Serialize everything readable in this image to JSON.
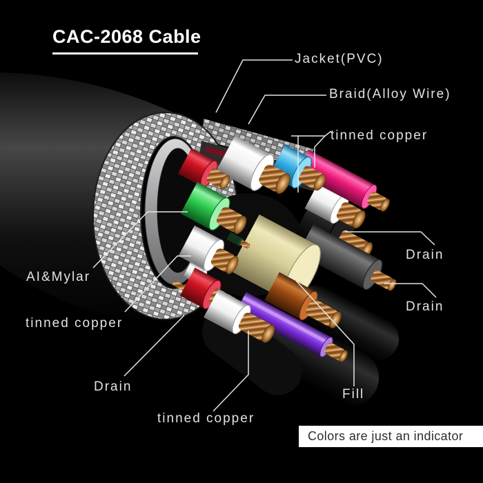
{
  "title": "CAC-2068 Cable",
  "labels": {
    "jacket": "Jacket(PVC)",
    "braid": "Braid(Alloy Wire)",
    "tinned_copper_top": "tinned copper",
    "drain_right_upper": "Drain",
    "drain_right_lower": "Drain",
    "al_mylar": "AI&Mylar",
    "tinned_copper_left": "tinned copper",
    "drain_left": "Drain",
    "tinned_copper_bottom": "tinned copper",
    "fill": "Fill"
  },
  "note": "Colors are just an indicator",
  "colors": {
    "background": "#000000",
    "label_text": "#e2e2e2",
    "leader_line": "#e6e6e6",
    "note_background": "#ffffff",
    "note_text": "#2e2e2e",
    "wire_red": "#cf1420",
    "wire_green": "#2ecc4e",
    "wire_blue": "#35aee4",
    "wire_pink": "#ea1878",
    "wire_purple": "#7d2ee0",
    "wire_brown": "#96480f",
    "wire_white": "#f2f2f2",
    "fill_yellow": "#d9d099",
    "copper": "#b5793f",
    "braid_silver": "#cfcfcf"
  }
}
